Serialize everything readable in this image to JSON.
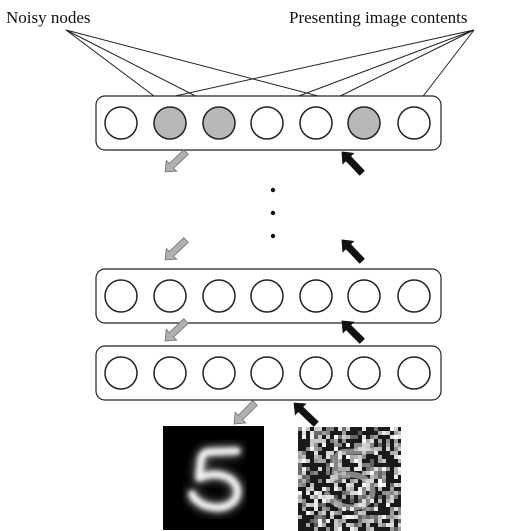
{
  "labels": {
    "noisy_nodes": "Noisy nodes",
    "presenting_image_contents": "Presenting image contents"
  },
  "colors": {
    "noisy_node_fill": "#b8b8b8",
    "clean_node_fill": "#ffffff",
    "line": "#222222",
    "gray_arrow": "#b0b0b0",
    "black_arrow": "#111111"
  },
  "layers": [
    {
      "name": "top-layer",
      "nodes": [
        false,
        true,
        true,
        false,
        false,
        true,
        false
      ]
    },
    {
      "name": "middle-layer",
      "nodes": [
        false,
        false,
        false,
        false,
        false,
        false,
        false
      ]
    },
    {
      "name": "bottom-layer",
      "nodes": [
        false,
        false,
        false,
        false,
        false,
        false,
        false
      ]
    }
  ],
  "connections": {
    "noisy_nodes": [
      1,
      2,
      5
    ],
    "presenting_image_contents": [
      0,
      3,
      4,
      6
    ]
  },
  "images": [
    "reconstructed-digit-image",
    "noisy-digit-image"
  ]
}
